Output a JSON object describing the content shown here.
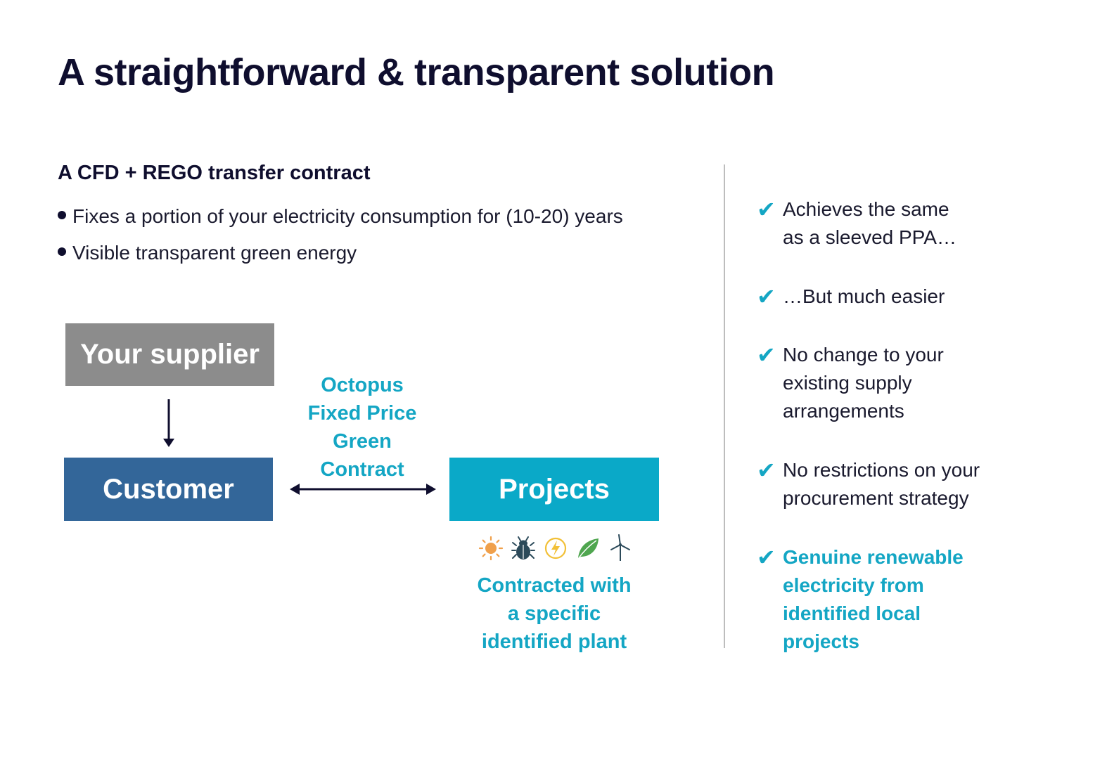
{
  "title": "A straightforward & transparent solution",
  "subheading": "A CFD + REGO transfer contract",
  "bullets": [
    "Fixes a portion of your electricity consumption for (10-20) years",
    "Visible transparent green energy"
  ],
  "diagram": {
    "supplier_label": "Your supplier",
    "customer_label": "Customer",
    "projects_label": "Projects",
    "contract_label_lines": [
      "Octopus",
      "Fixed Price",
      "Green",
      "Contract"
    ],
    "plant_label_lines": [
      "Contracted with",
      "a specific",
      "identified plant"
    ],
    "icons": [
      "sun-icon",
      "bug-icon",
      "lightning-icon",
      "leaf-icon",
      "wind-turbine-icon"
    ]
  },
  "benefits": [
    {
      "lines": [
        "Achieves the same",
        "as a sleeved PPA…"
      ],
      "highlight": false
    },
    {
      "lines": [
        "…But much easier"
      ],
      "highlight": false
    },
    {
      "lines": [
        "No change to your",
        "existing supply",
        "arrangements"
      ],
      "highlight": false
    },
    {
      "lines": [
        "No restrictions on your",
        "procurement strategy"
      ],
      "highlight": false
    },
    {
      "lines": [
        "Genuine renewable",
        "electricity from",
        "identified local",
        "projects"
      ],
      "highlight": true
    }
  ],
  "check_glyph": "✔",
  "colors": {
    "title": "#0f0e2e",
    "supplier_box": "#8c8c8c",
    "customer_box": "#336699",
    "projects_box": "#0aa9c8",
    "accent": "#14a6c4"
  }
}
